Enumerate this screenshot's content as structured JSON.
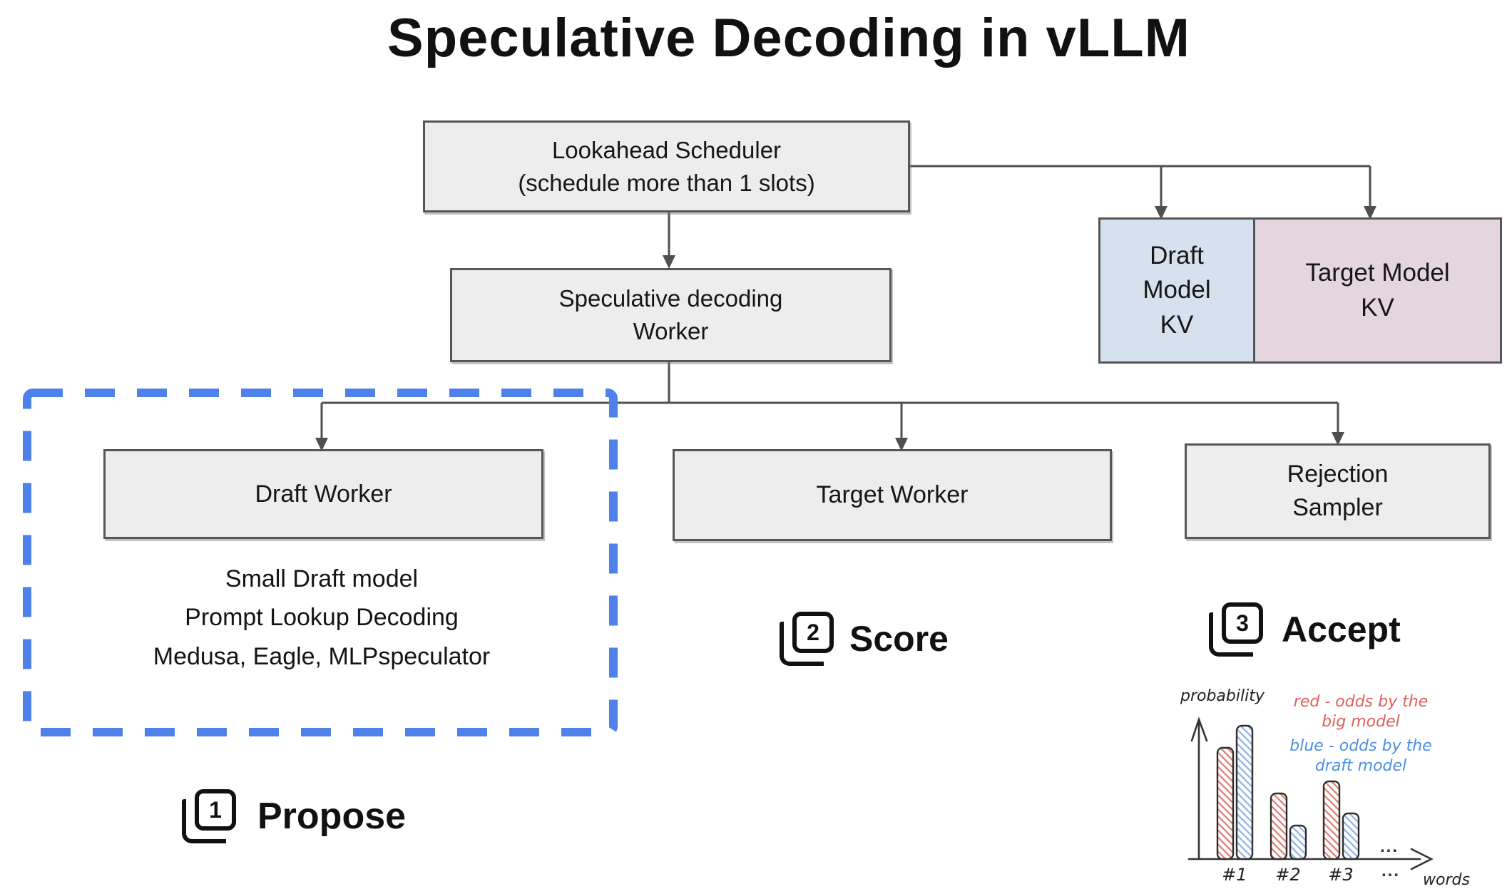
{
  "title": "Speculative Decoding in vLLM",
  "nodes": {
    "scheduler": {
      "label": "Lookahead Scheduler\n(schedule more than 1 slots)"
    },
    "spec_worker": {
      "label": "Speculative decoding\nWorker"
    },
    "draft_kv": {
      "label": "Draft\nModel\nKV",
      "fill": "#d6e1f0"
    },
    "target_kv": {
      "label": "Target Model\nKV",
      "fill": "#e5d5de"
    },
    "draft_worker": {
      "label": "Draft Worker"
    },
    "target_worker": {
      "label": "Target Worker"
    },
    "rejection_sampler": {
      "label": "Rejection\nSampler"
    },
    "draft_methods": {
      "label": "Small Draft model\nPrompt Lookup Decoding\nMedusa, Eagle, MLPspeculator"
    }
  },
  "steps": {
    "propose": {
      "number": "1",
      "label": "Propose"
    },
    "score": {
      "number": "2",
      "label": "Score"
    },
    "accept": {
      "number": "3",
      "label": "Accept"
    }
  },
  "colors": {
    "highlight_dash": "#4e82ea",
    "box_fill": "#ededed",
    "box_border": "#565656",
    "connector": "#4f4f4f",
    "red_accent": "#e0605a",
    "blue_accent": "#4b90e2"
  },
  "chart_data": {
    "type": "bar",
    "title": "",
    "ylabel": "probability",
    "xlabel": "words",
    "categories": [
      "#1",
      "#2",
      "#3"
    ],
    "series": [
      {
        "name": "red",
        "legend_lines": [
          "red - odds by the",
          "big model"
        ],
        "color": "#e0605a",
        "hatch_color": "#de8079",
        "values": [
          0.76,
          0.45,
          0.53
        ]
      },
      {
        "name": "blue",
        "legend_lines": [
          "blue - odds by the",
          "draft model"
        ],
        "color": "#4b90e2",
        "hatch_color": "#93b4e6",
        "values": [
          0.91,
          0.23,
          0.31
        ]
      }
    ],
    "ylim": [
      0,
      1
    ],
    "x_ellipsis": "...",
    "legend_position": "top-right",
    "style": "hand-drawn hatched bars"
  }
}
